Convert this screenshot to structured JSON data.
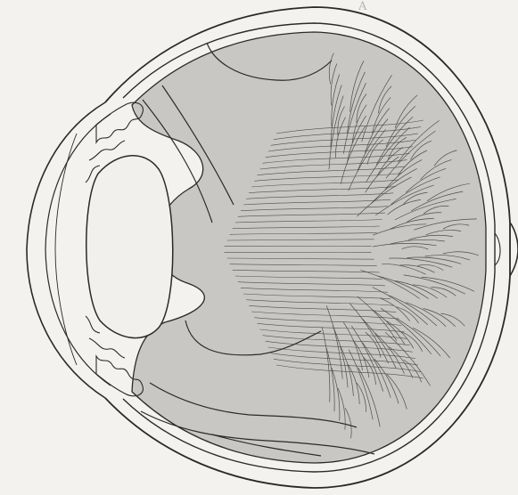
{
  "page_mark": "A",
  "colors": {
    "paper": "#f4f2ee",
    "vitreous_fill": "#c9c7c3",
    "lens_fill": "#f2f0ec",
    "line": "#2c2a28",
    "fiber": "#3a3835"
  },
  "parts": [
    "outer-coat",
    "inner-coat",
    "cornea",
    "anterior-chamber",
    "lens",
    "ciliary-body-upper",
    "ciliary-body-lower",
    "vitreous-body",
    "vitreous-tracts",
    "vitreous-fibers",
    "optic-nerve-stub"
  ]
}
